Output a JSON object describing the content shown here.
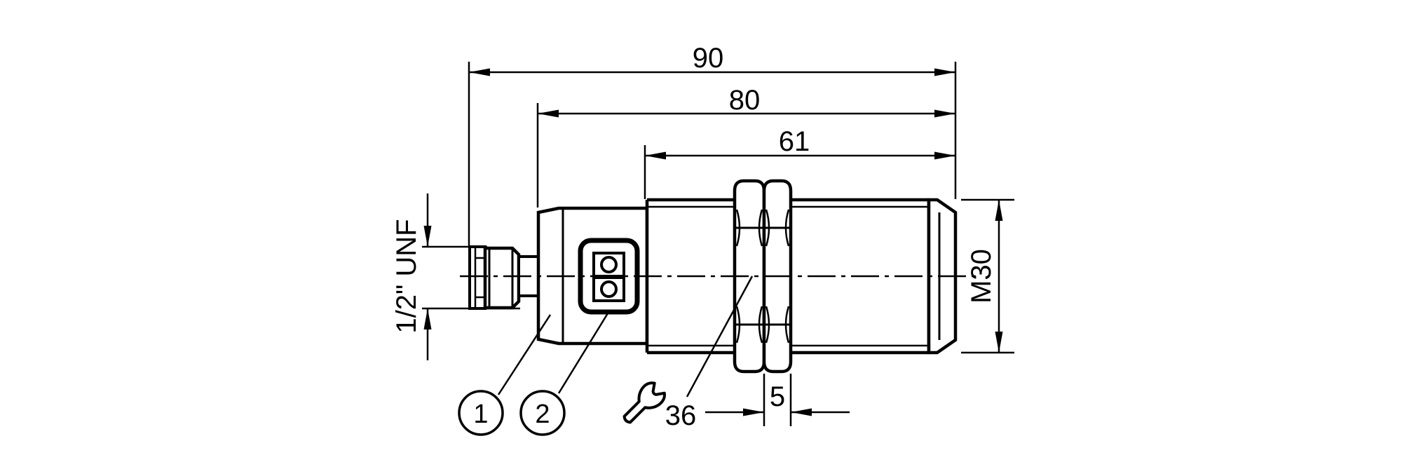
{
  "page": {
    "background_color": "#ffffff",
    "line_color": "#000000"
  },
  "drawing": {
    "kind": "technical-dimensional-drawing",
    "subject": "cylindrical threaded sensor, side view",
    "dimensions": {
      "overall_length_mm": "90",
      "housing_length_mm": "80",
      "thread_length_mm": "61",
      "lock_nut_width_mm": "5",
      "wrench_size": "36",
      "thread_size": "M30",
      "connector_thread": "1/2\" UNF"
    },
    "callouts": [
      {
        "number": "1"
      },
      {
        "number": "2"
      }
    ],
    "icons": [
      {
        "name": "wrench-icon"
      }
    ]
  }
}
